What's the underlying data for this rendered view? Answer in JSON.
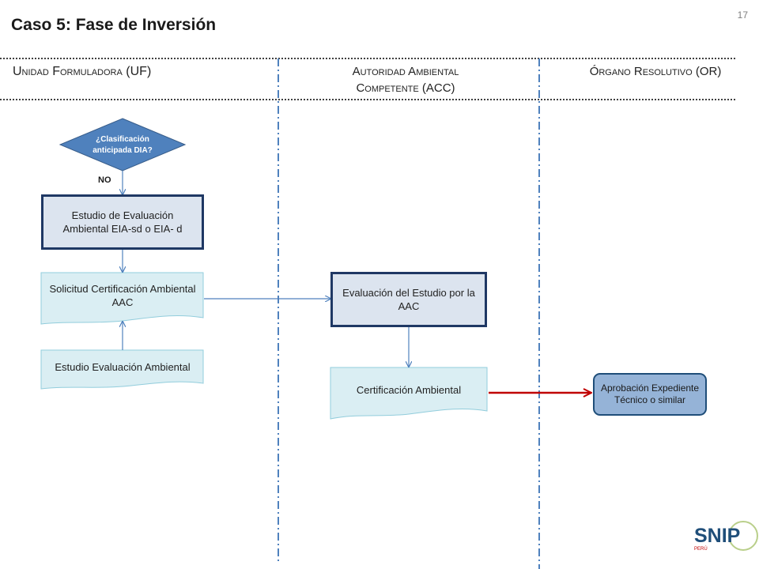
{
  "slide": {
    "title": "Caso 5: Fase de Inversión",
    "page_number": "17"
  },
  "lanes": [
    {
      "lines": [
        "Unidad Formuladora (UF)"
      ]
    },
    {
      "lines": [
        "Autoridad Ambiental",
        "Competente (ACC)"
      ]
    },
    {
      "lines": [
        "Órgano Resolutivo (OR)"
      ]
    }
  ],
  "nodes": {
    "decision": {
      "label": "¿Clasificación anticipada DIA?",
      "branch_label": "NO"
    },
    "estudio_eia": {
      "label": "Estudio de Evaluación Ambiental EIA-sd o EIA- d"
    },
    "solicitud": {
      "label": "Solicitud Certificación Ambiental AAC"
    },
    "estudio_eval": {
      "label": "Estudio Evaluación Ambiental"
    },
    "evaluacion_aac": {
      "label": "Evaluación  del Estudio por la AAC"
    },
    "certificacion": {
      "label": "Certificación Ambiental"
    },
    "aprobacion": {
      "label": "Aprobación Expediente Técnico o similar"
    }
  },
  "logo": {
    "text": "SNIP",
    "subtext": "PERÚ"
  },
  "colors": {
    "arrow": "#4f81bd",
    "highlight_arrow": "#c00000",
    "dark_border": "#1f3864",
    "decision_fill": "#4f81bd"
  }
}
